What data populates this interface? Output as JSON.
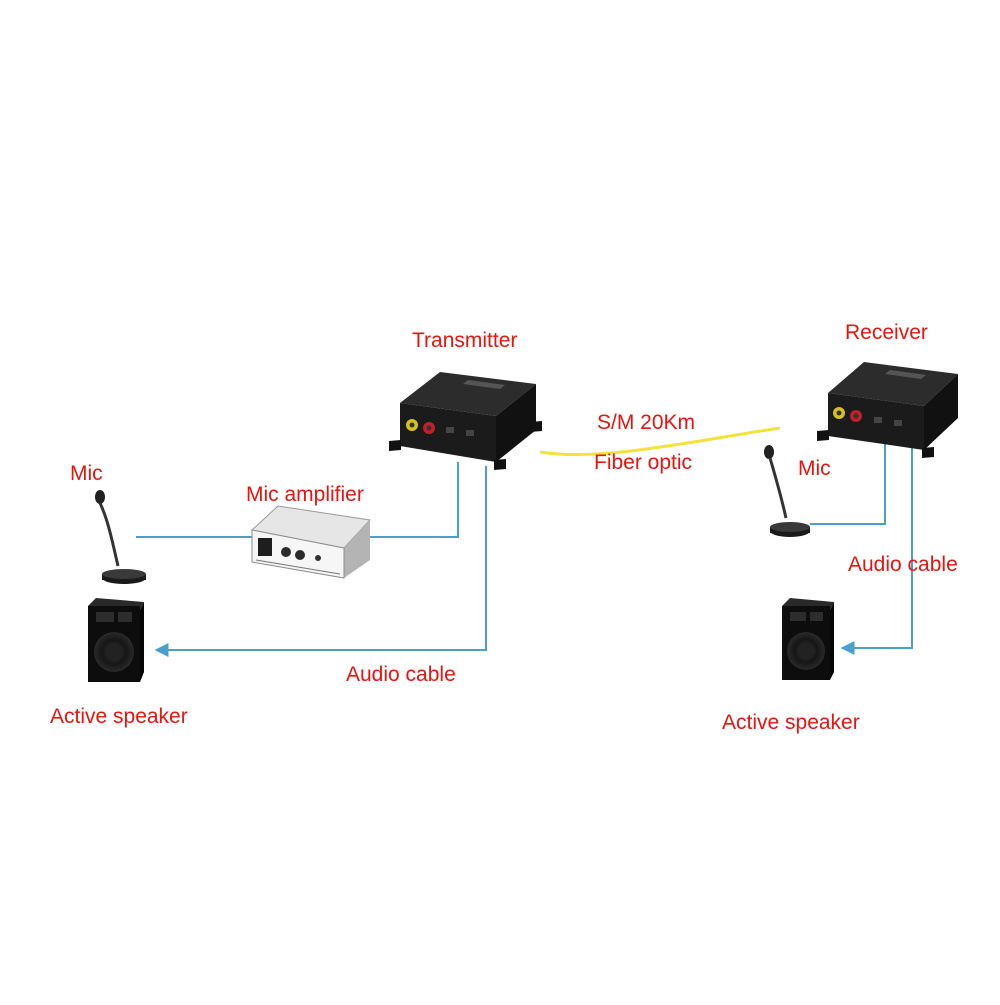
{
  "labels": {
    "transmitter": "Transmitter",
    "receiver": "Receiver",
    "fiber_distance": "S/M 20Km",
    "fiber_type": "Fiber optic",
    "mic_left": "Mic",
    "mic_amplifier": "Mic amplifier",
    "mic_right": "Mic",
    "audio_cable_left": "Audio cable",
    "audio_cable_right": "Audio cable",
    "active_speaker_left": "Active speaker",
    "active_speaker_right": "Active speaker"
  },
  "colors": {
    "label_text": "#e8140f",
    "cable": "#4aa0c8",
    "fiber": "#f2e23a",
    "device_body": "#1b1b1b",
    "speaker_body": "#0d0d0d",
    "amplifier_body": "#f2f2f2"
  }
}
